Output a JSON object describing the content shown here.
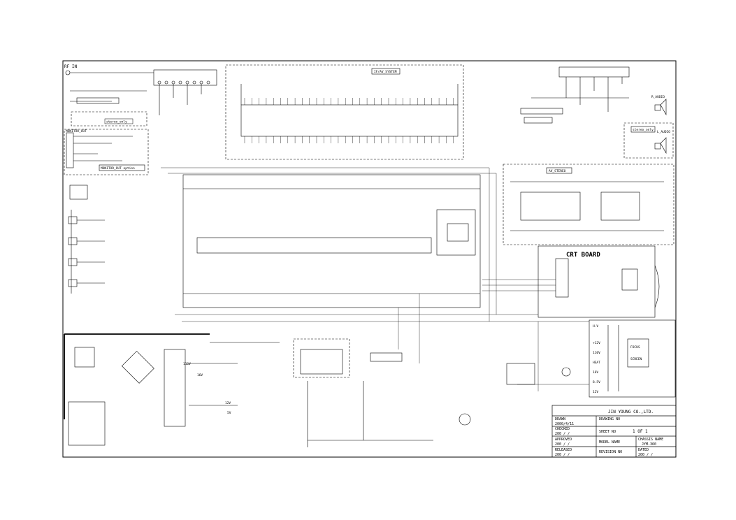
{
  "labels": {
    "rf_in": "RF IN",
    "if_section": "IF/AV_SYSTEM",
    "av_section": "AV_STEREO",
    "crt_board": "CRT BOARD",
    "monitor_out": "MONITOR_OUT",
    "monitor_out_option": "MONITOR_OUT option",
    "stereo_only": "stereo_only",
    "stereo_only_2": "stereo_only",
    "r_audio": "R_AUDIO",
    "l_audio": "L_AUDIO",
    "fbt_hv": "H.V",
    "fbt_focus": "FOCUS",
    "fbt_screen": "SCREEN",
    "fbt_b1": "+12V",
    "fbt_b2": "110V",
    "fbt_b3": "16V",
    "fbt_b4": "HEAT",
    "fbt_b5": "8.5V",
    "fbt_b6": "12V",
    "psu_v1": "110V",
    "psu_v2": "16V",
    "psu_v3": "12V",
    "psu_v4": "5V"
  },
  "title_block": {
    "company": "JIN YOUNG CO.,LTD.",
    "rows": [
      {
        "label": "DRAWN",
        "value": "2000/4/11",
        "label2": "DRAWING NO",
        "value2": ""
      },
      {
        "label": "CHECKED",
        "value": "200 / /",
        "label2": "SHEET NO",
        "value2": "1 OF 1"
      },
      {
        "label": "APPROVED",
        "value": "200 / /",
        "label2": "MODEL NAME",
        "value2": "CHASSIS NAME",
        "value3": "JYM-360"
      },
      {
        "label": "RELEASED",
        "value": "200 / /",
        "label2": "REVISION NO",
        "value2": "DATED",
        "value3": "200 / /"
      }
    ]
  },
  "colors": {
    "ink": "#000000",
    "paper": "#ffffff"
  }
}
